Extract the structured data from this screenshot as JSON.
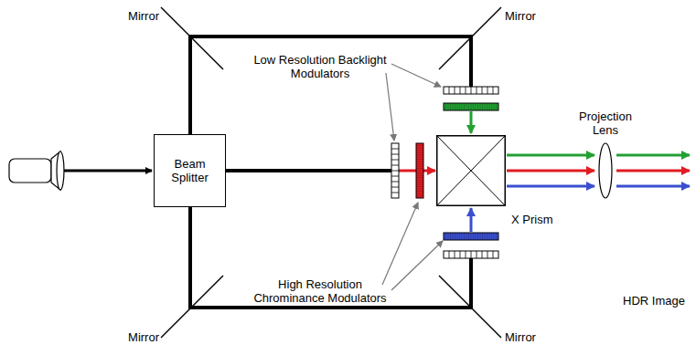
{
  "diagram": {
    "nodes": [
      {
        "text": [
          "Beam Splitter"
        ]
      },
      {
        "text": [
          "X Prism"
        ]
      },
      {
        "text": [
          "Projection Lens"
        ]
      }
    ],
    "edges": [
      {
        "from": 0,
        "to": 1,
        "arrow": "to"
      }
    ],
    "labels": [
      "Mirror",
      "Mirror",
      "Mirror",
      "Mirror",
      "Low Resolution Backlight Modulators",
      "High Resolution Chrominance Modulators",
      "HDR Image"
    ]
  }
}
